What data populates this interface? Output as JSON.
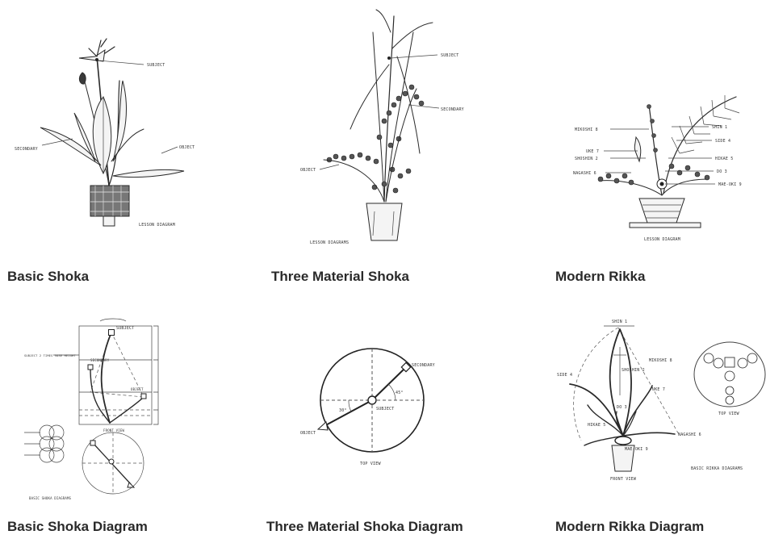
{
  "panels": [
    {
      "caption": "Basic Shoka",
      "labels": {
        "subject": "SUBJECT",
        "secondary": "SECONDARY",
        "object": "OBJECT",
        "footer": "LESSON DIAGRAM"
      }
    },
    {
      "caption": "Three Material Shoka",
      "labels": {
        "subject": "SUBJECT",
        "secondary": "SECONDARY",
        "object": "OBJECT",
        "footer": "LESSON DIAGRAMS"
      }
    },
    {
      "caption": "Modern Rikka",
      "labels": {
        "mikoshi": "MIKOSHI 8",
        "uke": "UKE 7",
        "shoshin": "SHOSHIN 2",
        "nagashi": "NAGASHI 6",
        "shin": "SHIN 1",
        "side": "SIDE 4",
        "hikae": "HIKAE 5",
        "do": "DO 3",
        "maeoki": "MAE-OKI 9",
        "footer": "LESSON DIAGRAM"
      }
    },
    {
      "caption": "Basic Shoka Diagram",
      "labels": {
        "subject": "SUBJECT",
        "secondary": "SECONDARY",
        "object": "OBJECT",
        "front_view": "FRONT VIEW",
        "side_note": "SUBJECT 2 TIMES VASE HEIGHT",
        "footer": "BASIC SHOKA DIAGRAMS"
      }
    },
    {
      "caption": "Three Material Shoka Diagram",
      "labels": {
        "secondary": "SECONDARY",
        "subject": "SUBJECT",
        "object": "OBJECT",
        "angle_a": "45°",
        "angle_b": "30°",
        "top_view": "TOP VIEW"
      }
    },
    {
      "caption": "Modern Rikka Diagram",
      "labels": {
        "shin": "SHIN 1",
        "mikoshi": "MIKOSHI 8",
        "shoshin": "SHOSHIN 2",
        "side": "SIDE 4",
        "uke": "UKE 7",
        "do": "DO 3",
        "hikae": "HIKAE 5",
        "maeoki": "MAE-OKI 9",
        "nagashi": "NAGASHI 6",
        "front_view": "FRONT VIEW",
        "top_view": "TOP VIEW",
        "footer": "BASIC RIKKA DIAGRAMS"
      }
    }
  ]
}
